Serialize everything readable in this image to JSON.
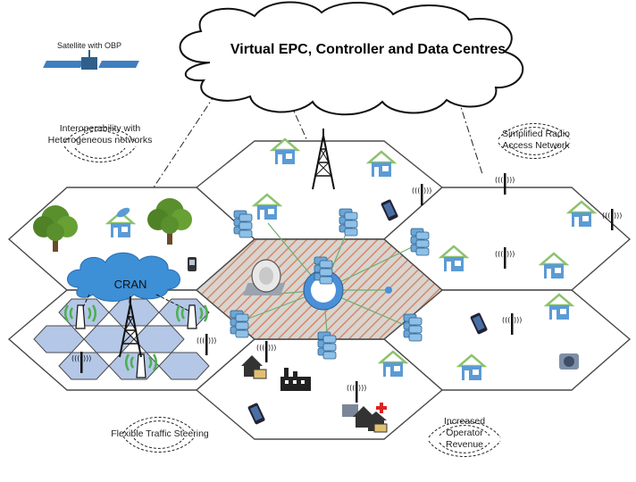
{
  "cloud": {
    "title": "Virtual EPC, Controller and Data Centres"
  },
  "cran": {
    "label": "CRAN"
  },
  "satellite": {
    "label": "Satellite with OBP"
  },
  "labels": {
    "interoperability": [
      "Interoperability with",
      "Heterogeneous networks"
    ],
    "simplified_ran": [
      "Simplified Radio",
      "Access Network"
    ],
    "traffic_steering": [
      "Flexible Traffic Steering"
    ],
    "revenue": [
      "Increased",
      "Operator",
      "Revenue"
    ]
  },
  "colors": {
    "hex_border": "#4a4a4a",
    "center_hatch": "#d9886a",
    "center_fill": "#d8d4cf",
    "house": "#5b9bd5",
    "roof": "#8dc26f",
    "server": "#6aa6d8",
    "tree": "#5a8f2e",
    "cran_cloud": "#3d8fd6",
    "cran_cell": "#b4c7e7",
    "signal": "#4caf50"
  }
}
